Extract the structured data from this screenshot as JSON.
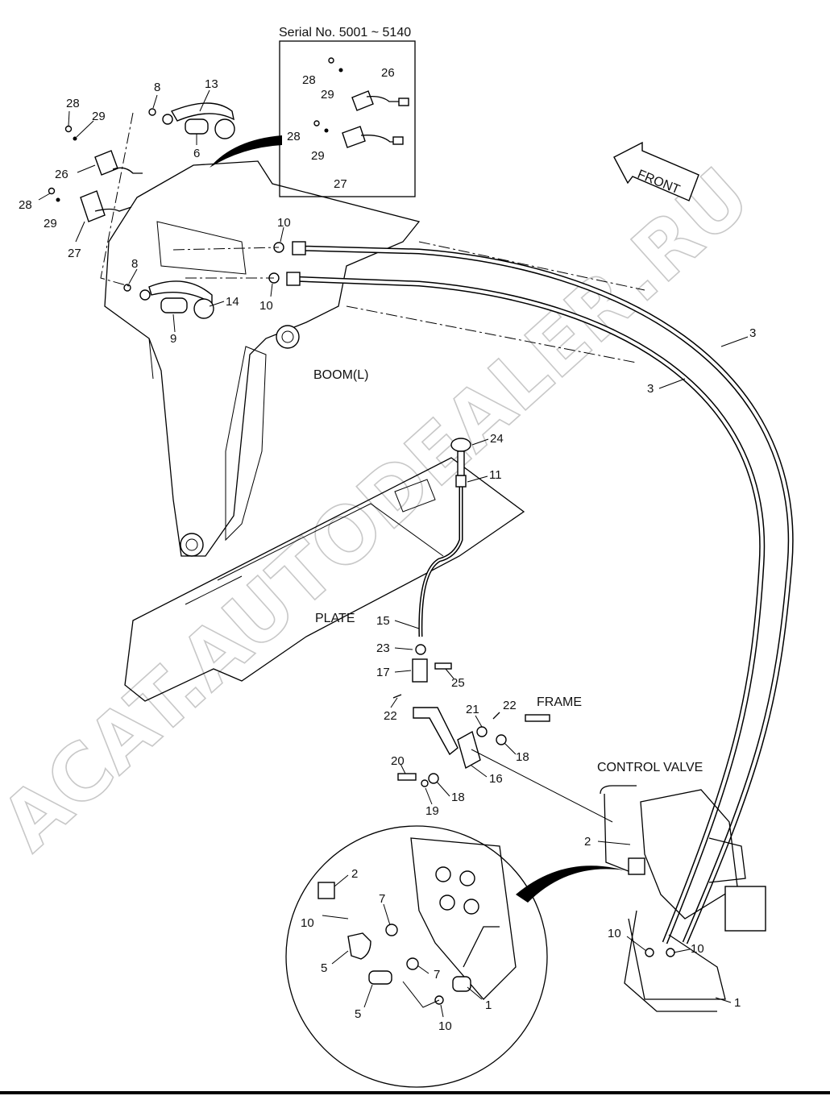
{
  "serial_box": {
    "title": "Serial No. 5001 ~ 5140"
  },
  "front_arrow": {
    "label": "FRONT"
  },
  "assembly_labels": {
    "boom": "BOOM(L)",
    "plate": "PLATE",
    "frame": "FRAME",
    "control_valve": "CONTROL VALVE"
  },
  "watermark": "ACAT.AUTODEALER.RU",
  "callouts": {
    "c13": "13",
    "c8a": "8",
    "c6": "6",
    "c28a": "28",
    "c29a": "29",
    "c26a": "26",
    "c28b": "28",
    "c29b": "29",
    "c27a": "27",
    "c10a": "10",
    "c10b": "10",
    "c8b": "8",
    "c14": "14",
    "c9": "9",
    "s28a": "28",
    "s29a": "29",
    "s26": "26",
    "s28b": "28",
    "s29b": "29",
    "s27": "27",
    "c3a": "3",
    "c3b": "3",
    "c24": "24",
    "c11": "11",
    "c15": "15",
    "c23": "23",
    "c17": "17",
    "c25": "25",
    "c22a": "22",
    "c21": "21",
    "c22b": "22",
    "c18a": "18",
    "c16": "16",
    "c20": "20",
    "c18b": "18",
    "c19": "19",
    "c2": "2",
    "c10c": "10",
    "c10d": "10",
    "c1": "1",
    "d2": "2",
    "d10a": "10",
    "d7a": "7",
    "d5a": "5",
    "d7b": "7",
    "d1": "1",
    "d5b": "5",
    "d10b": "10"
  }
}
